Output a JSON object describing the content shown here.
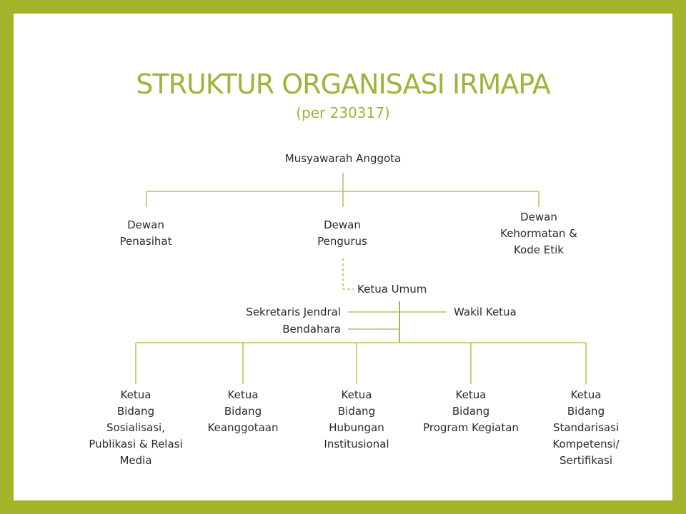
{
  "title": "STRUKTUR ORGANISASI IRMAPA",
  "subtitle": "(per 230317)",
  "nodes": {
    "root": "Musyawarah Anggota",
    "dewan_penasihat": "Dewan\nPenasihat",
    "dewan_pengurus": "Dewan\nPengurus",
    "dewan_kehormatan": "Dewan\nKehormatan &\nKode Etik",
    "ketua_umum": "Ketua Umum",
    "sekjen": "Sekretaris Jendral",
    "bendahara": "Bendahara",
    "wakil_ketua": "Wakil Ketua",
    "bidang": [
      "Ketua\nBidang\nSosialisasi,\nPublikasi & Relasi\nMedia",
      "Ketua\nBidang\nKeanggotaan",
      "Ketua\nBidang\nHubungan\nInstitusional",
      "Ketua\nBidang\nProgram Kegiatan",
      "Ketua\nBidang\nStandarisasi\nKompetensi/\nSertifikasi"
    ]
  },
  "colors": {
    "accent": "#a4b42a",
    "line": "#a8b840",
    "text": "#2a2a2a"
  }
}
